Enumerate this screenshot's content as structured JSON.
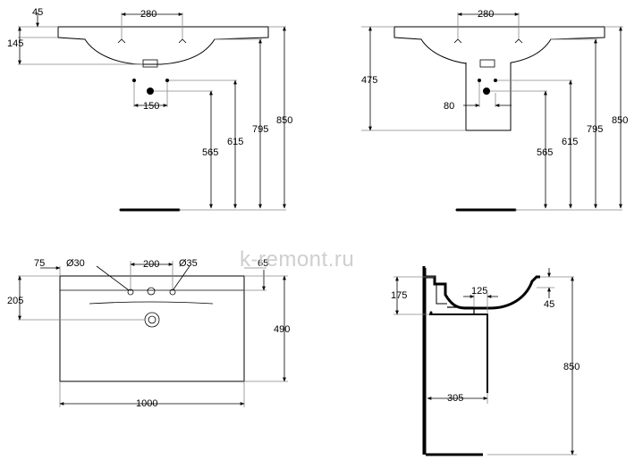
{
  "views": {
    "front_top": {
      "dims": [
        "45",
        "280",
        "145",
        "150",
        "565",
        "615",
        "795",
        "850"
      ]
    },
    "front_right": {
      "dims": [
        "280",
        "475",
        "80",
        "565",
        "615",
        "795",
        "850"
      ]
    },
    "plan": {
      "dims": [
        "75",
        "Ø30",
        "200",
        "Ø35",
        "65",
        "205",
        "490",
        "1000"
      ]
    },
    "section": {
      "dims": [
        "175",
        "125",
        "45",
        "305",
        "850"
      ]
    }
  },
  "watermark": "k-remont.ru"
}
